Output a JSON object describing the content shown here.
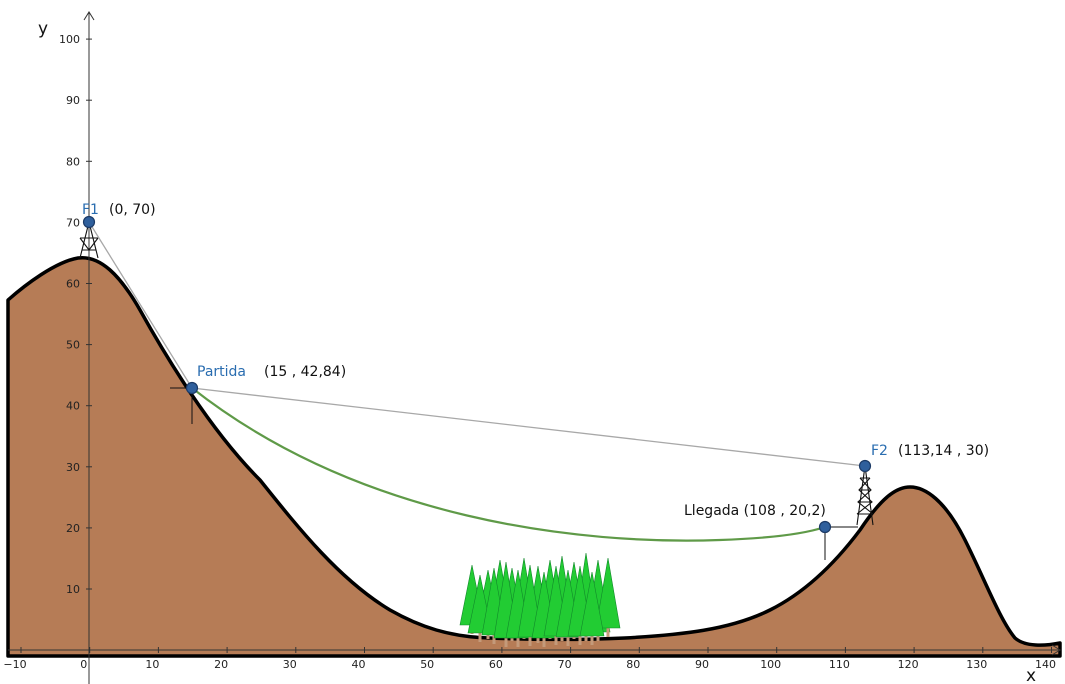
{
  "axes": {
    "x_label": "x",
    "y_label": "y",
    "x_ticks": [
      "−10",
      "0",
      "10",
      "20",
      "30",
      "40",
      "50",
      "60",
      "70",
      "80",
      "90",
      "100",
      "110",
      "120",
      "130",
      "140"
    ],
    "y_ticks": [
      "10",
      "20",
      "30",
      "40",
      "50",
      "60",
      "70",
      "80",
      "90",
      "100"
    ]
  },
  "points": {
    "f1": {
      "name": "F1",
      "coords": "(0, 70)",
      "x": 0,
      "y": 70
    },
    "partida": {
      "name": "Partida",
      "coords": "(15 , 42,84)",
      "x": 15,
      "y": 42.84
    },
    "f2": {
      "name": "F2",
      "coords": "(113,14 , 30)",
      "x": 113.14,
      "y": 30
    },
    "llegada": {
      "label": "Llegada (108 , 20,2)",
      "x": 108,
      "y": 20.2
    }
  },
  "colors": {
    "terrain": "#b67c56",
    "terrain_outline": "#000000",
    "cable_green": "#5f9a48",
    "line_gray": "#a8a8a8",
    "point_fill": "#2f5f9c",
    "point_label": "#2a6db0",
    "tree_green": "#22cc33",
    "trunk": "#c49a7a"
  }
}
